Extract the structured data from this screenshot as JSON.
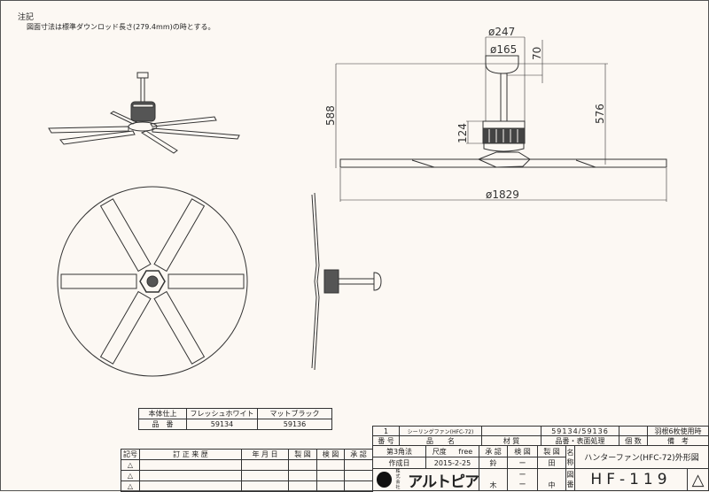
{
  "notes": {
    "heading": "注記",
    "line": "図面寸法は標準ダウンロッド長さ(279.4mm)の時とする。"
  },
  "dimensions": {
    "canopy_diameter": "ø247",
    "canopy_inner_diameter": "ø165",
    "canopy_height": "70",
    "total_height": "588",
    "blade_height": "576",
    "motor_height": "124",
    "blade_span": "ø1829"
  },
  "spec_table": {
    "headers": [
      "本体仕上",
      "フレッシュホワイト",
      "マットブラック"
    ],
    "row": [
      "品　番",
      "59134",
      "59136"
    ]
  },
  "revision_table": {
    "headers": [
      "記号",
      "訂 正 来 歴",
      "年 月 日",
      "製 図",
      "検 図",
      "承 認"
    ],
    "rows": [
      "△",
      "△",
      "△"
    ]
  },
  "title_block": {
    "part_row": {
      "number": "1",
      "name": "シーリングファン(HFC-72)",
      "material": "",
      "part_numbers": "59134/59136",
      "quantity": "",
      "remarks": "羽根6枚使用時"
    },
    "part_headers": {
      "number": "番 号",
      "name": "品　　名",
      "material": "材 質",
      "part_numbers": "品番・表面処理",
      "quantity": "個 数",
      "remarks": "備　考"
    },
    "projection": "第3角法",
    "scale_label": "尺度",
    "scale_value": "free",
    "approved_label": "承 認",
    "checked_label": "検 図",
    "drawn_label": "製 図",
    "created_label": "作成日",
    "created_date": "2015-2-25",
    "approved_by": [
      "鈴",
      "木"
    ],
    "checked_by": [
      "ー",
      "ー",
      "ー"
    ],
    "drawn_by": [
      "田",
      "中"
    ],
    "name_label": "名称",
    "drawing_name": "ハンターファン(HFC-72)外形図",
    "drawing_number_label": "図番",
    "drawing_number": "HF-119",
    "revision_mark": "△",
    "company_prefix": "株式会社",
    "company_name": "アルトピア"
  }
}
